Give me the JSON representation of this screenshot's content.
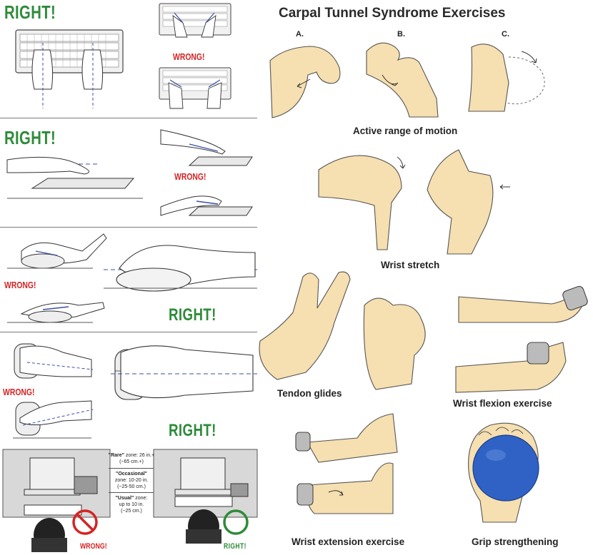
{
  "title": "Carpal Tunnel Syndrome Exercises",
  "labels": {
    "right": "RIGHT!",
    "wrong": "WRONG!"
  },
  "exercise_letters": [
    "A.",
    "B.",
    "C."
  ],
  "captions": {
    "active_range": "Active range of motion",
    "wrist_stretch": "Wrist stretch",
    "tendon_glides": "Tendon glides",
    "wrist_flexion": "Wrist flexion exercise",
    "wrist_extension": "Wrist extension exercise",
    "grip_strengthening": "Grip strengthening"
  },
  "zones": {
    "rare_name": "\"Rare\"",
    "rare_suffix": " zone: 26 in.+",
    "rare_metric": "(~65 cm.+)",
    "occasional_name": "\"Occasional\"",
    "occasional_suffix": "zone: 10-20 in.",
    "occasional_metric": "(~25-50 cm.)",
    "usual_name": "\"Usual\"",
    "usual_suffix": " zone:",
    "usual_range": "up to 10 in.",
    "usual_metric": "(~25 cm.)"
  },
  "colors": {
    "right_green": "#2e8b3a",
    "wrong_red": "#d42424",
    "skin": "#f6dfb0",
    "ball_blue": "#2f62c4"
  }
}
